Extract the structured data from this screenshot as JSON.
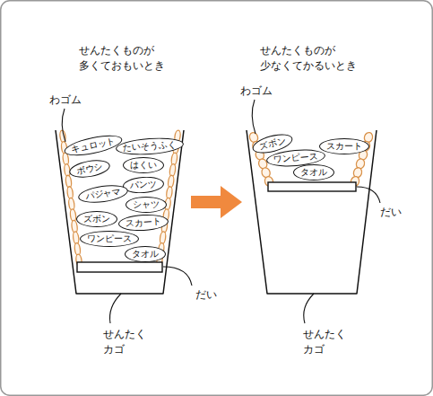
{
  "diagram": {
    "nodes": [
      {
        "text": [
          "キュロット"
        ]
      },
      {
        "text": [
          "たいそうふく"
        ]
      },
      {
        "text": [
          "ボウシ"
        ]
      },
      {
        "text": [
          "はくい"
        ]
      },
      {
        "text": [
          "パンツ"
        ]
      },
      {
        "text": [
          "パジャマ"
        ]
      },
      {
        "text": [
          "シャツ"
        ]
      },
      {
        "text": [
          "ズボン"
        ]
      },
      {
        "text": [
          "スカート"
        ]
      },
      {
        "text": [
          "ワンピース"
        ]
      },
      {
        "text": [
          "タオル"
        ]
      },
      {
        "text": [
          "ズボン"
        ]
      },
      {
        "text": [
          "ワンピース"
        ]
      },
      {
        "text": [
          "スカート"
        ]
      },
      {
        "text": [
          "タオル"
        ]
      }
    ],
    "labels": [
      "せんたくものが 多くておもいとき",
      "せんたくものが 少なくてかるいとき",
      "わゴム",
      "わゴム",
      "だい",
      "だい",
      "せんたく カゴ",
      "せんたく カゴ"
    ]
  }
}
